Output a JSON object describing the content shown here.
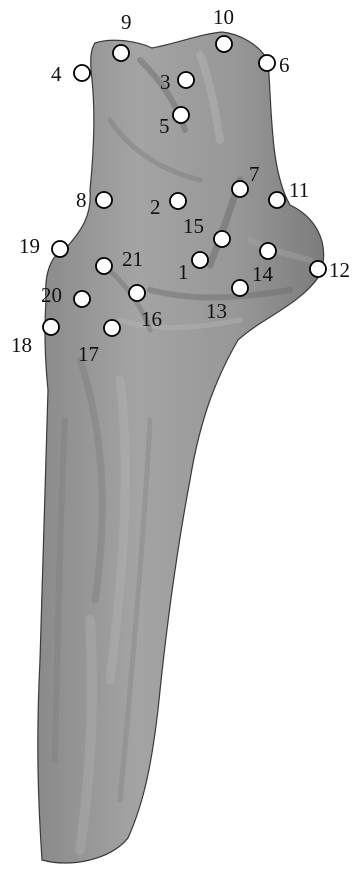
{
  "figure": {
    "colors": {
      "background": "#ffffff",
      "bone_fill": "#8e8e8e",
      "bone_light": "#a6a6a6",
      "bone_dark": "#707070",
      "bone_outline": "#3a3a3a",
      "marker_fill": "#ffffff",
      "marker_stroke": "#000000"
    },
    "landmarks": [
      {
        "label": "1"
      },
      {
        "label": "2"
      },
      {
        "label": "3"
      },
      {
        "label": "4"
      },
      {
        "label": "5"
      },
      {
        "label": "6"
      },
      {
        "label": "7"
      },
      {
        "label": "8"
      },
      {
        "label": "9"
      },
      {
        "label": "10"
      },
      {
        "label": "11"
      },
      {
        "label": "12"
      },
      {
        "label": "13"
      },
      {
        "label": "14"
      },
      {
        "label": "15"
      },
      {
        "label": "16"
      },
      {
        "label": "17"
      },
      {
        "label": "18"
      },
      {
        "label": "19"
      },
      {
        "label": "20"
      },
      {
        "label": "21"
      }
    ]
  }
}
